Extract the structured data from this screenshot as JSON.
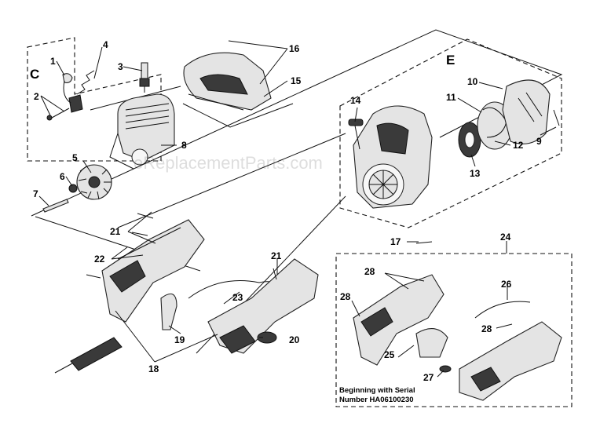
{
  "sections": {
    "c": "C",
    "e": "E"
  },
  "callouts": {
    "p1": "1",
    "p2": "2",
    "p3": "3",
    "p4": "4",
    "p5": "5",
    "p6": "6",
    "p7": "7",
    "p8": "8",
    "p9": "9",
    "p10": "10",
    "p11": "11",
    "p12": "12",
    "p13": "13",
    "p14": "14",
    "p15": "15",
    "p16": "16",
    "p17": "17",
    "p18": "18",
    "p19": "19",
    "p20": "20",
    "p21a": "21",
    "p21b": "21",
    "p22": "22",
    "p23": "23",
    "p24": "24",
    "p25": "25",
    "p26": "26",
    "p27": "27",
    "p28a": "28",
    "p28b": "28",
    "p28c": "28"
  },
  "note": {
    "line1": "Beginning with Serial",
    "line2": "Number HA06100230"
  },
  "watermark": "eReplacementParts.com"
}
